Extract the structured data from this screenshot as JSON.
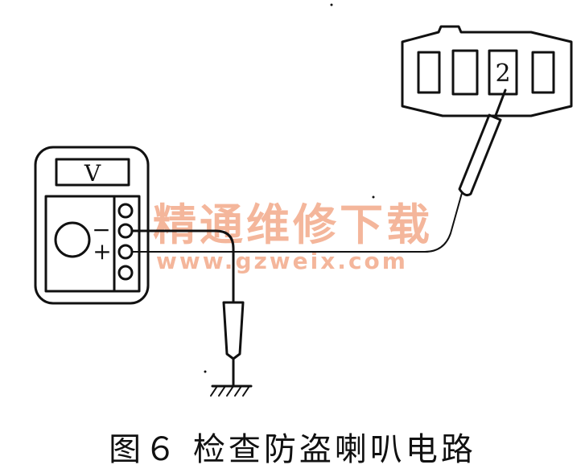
{
  "figure": {
    "caption": "图６ 检查防盗喇叭电路",
    "meter_display": "V",
    "terminal_minus": "−",
    "terminal_plus": "+",
    "connector_pin": "2"
  },
  "watermark": {
    "site_name": "精通维修下载",
    "url": "www.gzweix.com",
    "color": "#f2a98a"
  },
  "colors": {
    "ink": "#111111",
    "background": "#ffffff"
  }
}
